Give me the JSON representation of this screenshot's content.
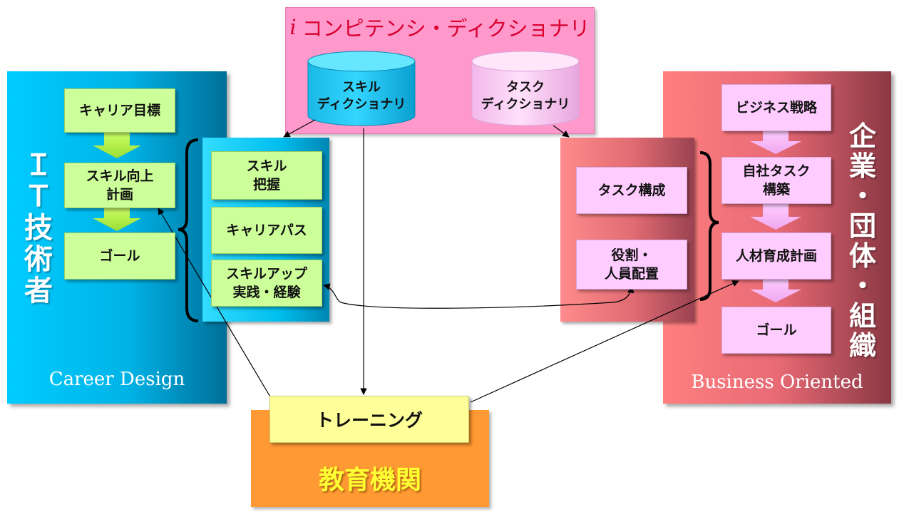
{
  "dictionary": {
    "title_i": "i",
    "title": "コンピテンシ・ディクショナリ",
    "skill_dict": [
      "スキル",
      "ディクショナリ"
    ],
    "task_dict": [
      "タスク",
      "ディクショナリ"
    ]
  },
  "left": {
    "vertical_label": [
      "Ｉ",
      "Ｔ",
      "技",
      "術",
      "者"
    ],
    "footer": "Career Design",
    "steps": {
      "goal_setting": "キャリア目標",
      "plan": [
        "スキル向上",
        "計画"
      ],
      "goal": "ゴール"
    }
  },
  "mid_left": {
    "items": {
      "skill_grasp": [
        "スキル",
        "把握"
      ],
      "career_path": "キャリアパス",
      "skillup": [
        "スキルアップ",
        "実践・経験"
      ]
    }
  },
  "mid_right": {
    "items": {
      "task_config": "タスク構成",
      "role": [
        "役割・",
        "人員配置"
      ]
    }
  },
  "right": {
    "vertical_label": [
      "企",
      "業",
      "・",
      "団",
      "体",
      "・",
      "組",
      "織"
    ],
    "footer": "Business  Oriented",
    "steps": {
      "strategy": "ビジネス戦略",
      "task_build": [
        "自社タスク",
        "構築"
      ],
      "hr_plan": "人材育成計画",
      "goal": "ゴール"
    }
  },
  "training": {
    "label": "トレーニング",
    "institution": "教育機関"
  },
  "colors": {
    "dict_bg": "#ff99cc",
    "dict_title": "#d9002f",
    "left_panel": "#00b3e6",
    "right_panel": "#e86a75",
    "green_box": "#ccff99",
    "pink_box": "#ffccff",
    "edu_bg": "#ff9933",
    "edu_text": "#ffff33",
    "training_bg": "#ffff99"
  }
}
